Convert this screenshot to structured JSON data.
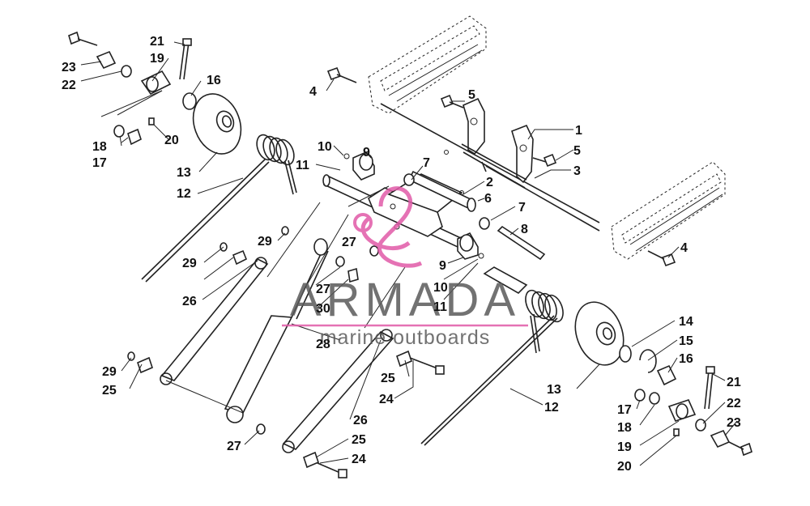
{
  "watermark": {
    "brand": "ARMADA",
    "tagline": "marine outboards",
    "colors": {
      "logo": "#e15aa8",
      "text": "#5a5a5a"
    }
  },
  "callouts": [
    {
      "id": "c1",
      "label": "1"
    },
    {
      "id": "c2",
      "label": "2"
    },
    {
      "id": "c3",
      "label": "3"
    },
    {
      "id": "c4a",
      "label": "4"
    },
    {
      "id": "c4b",
      "label": "4"
    },
    {
      "id": "c5a",
      "label": "5"
    },
    {
      "id": "c5b",
      "label": "5"
    },
    {
      "id": "c6",
      "label": "6"
    },
    {
      "id": "c7a",
      "label": "7"
    },
    {
      "id": "c7b",
      "label": "7"
    },
    {
      "id": "c8",
      "label": "8"
    },
    {
      "id": "c9a",
      "label": "9"
    },
    {
      "id": "c9b",
      "label": "9"
    },
    {
      "id": "c10a",
      "label": "10"
    },
    {
      "id": "c10b",
      "label": "10"
    },
    {
      "id": "c11a",
      "label": "11"
    },
    {
      "id": "c11b",
      "label": "11"
    },
    {
      "id": "c12a",
      "label": "12"
    },
    {
      "id": "c12b",
      "label": "12"
    },
    {
      "id": "c13a",
      "label": "13"
    },
    {
      "id": "c13b",
      "label": "13"
    },
    {
      "id": "c14",
      "label": "14"
    },
    {
      "id": "c15",
      "label": "15"
    },
    {
      "id": "c16a",
      "label": "16"
    },
    {
      "id": "c16b",
      "label": "16"
    },
    {
      "id": "c17a",
      "label": "17"
    },
    {
      "id": "c17b",
      "label": "17"
    },
    {
      "id": "c18a",
      "label": "18"
    },
    {
      "id": "c18b",
      "label": "18"
    },
    {
      "id": "c19a",
      "label": "19"
    },
    {
      "id": "c19b",
      "label": "19"
    },
    {
      "id": "c20a",
      "label": "20"
    },
    {
      "id": "c20b",
      "label": "20"
    },
    {
      "id": "c21a",
      "label": "21"
    },
    {
      "id": "c21b",
      "label": "21"
    },
    {
      "id": "c22a",
      "label": "22"
    },
    {
      "id": "c22b",
      "label": "22"
    },
    {
      "id": "c23a",
      "label": "23"
    },
    {
      "id": "c23b",
      "label": "23"
    },
    {
      "id": "c24a",
      "label": "24"
    },
    {
      "id": "c24b",
      "label": "24"
    },
    {
      "id": "c25a",
      "label": "25"
    },
    {
      "id": "c25b",
      "label": "25"
    },
    {
      "id": "c25c",
      "label": "25"
    },
    {
      "id": "c26a",
      "label": "26"
    },
    {
      "id": "c26b",
      "label": "26"
    },
    {
      "id": "c27a",
      "label": "27"
    },
    {
      "id": "c27b",
      "label": "27"
    },
    {
      "id": "c27c",
      "label": "27"
    },
    {
      "id": "c28",
      "label": "28"
    },
    {
      "id": "c29a",
      "label": "29"
    },
    {
      "id": "c29b",
      "label": "29"
    },
    {
      "id": "c29c",
      "label": "29"
    },
    {
      "id": "c30",
      "label": "30"
    }
  ]
}
